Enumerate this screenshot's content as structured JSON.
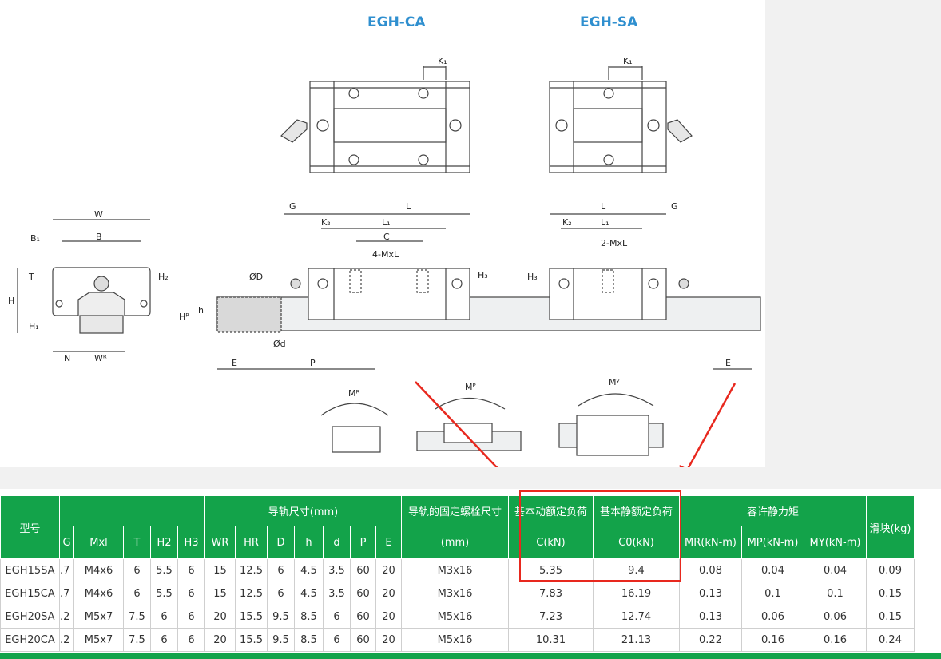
{
  "titles": {
    "ca": "EGH-CA",
    "sa": "EGH-SA"
  },
  "dimension_labels": {
    "W": "W",
    "B1": "B₁",
    "B": "B",
    "T": "T",
    "H2": "H₂",
    "H": "H",
    "H1": "H₁",
    "N": "N",
    "WR": "Wᴿ",
    "G": "G",
    "K1": "K₁",
    "K2": "K₂",
    "L": "L",
    "L1": "L₁",
    "C": "C",
    "four_mxl": "4-MxL",
    "two_mxl": "2-MxL",
    "H3": "H₃",
    "OD": "ØD",
    "Od": "Ød",
    "h": "h",
    "HR": "Hᴿ",
    "E": "E",
    "P": "P",
    "MR": "Mᴿ",
    "MP": "Mᴾ",
    "MY": "Mʸ"
  },
  "table": {
    "group_headers": {
      "model": "型号",
      "rail_dims": "导轨尺寸(mm)",
      "rail_bolt": "导轨的固定螺栓尺寸",
      "dyn_load": "基本动额定负荷",
      "static_load": "基本静额定负荷",
      "static_moment": "容许静力矩",
      "weight": "滑块(kg)"
    },
    "sub_headers": [
      "G",
      "Mxl",
      "T",
      "H2",
      "H3",
      "WR",
      "HR",
      "D",
      "h",
      "d",
      "P",
      "E",
      "(mm)",
      "C(kN)",
      "C0(kN)",
      "MR(kN-m)",
      "MP(kN-m)",
      "MY(kN-m)"
    ],
    "rows": [
      [
        "EGH15SA",
        ".7",
        "M4x6",
        "6",
        "5.5",
        "6",
        "15",
        "12.5",
        "6",
        "4.5",
        "3.5",
        "60",
        "20",
        "M3x16",
        "5.35",
        "9.4",
        "0.08",
        "0.04",
        "0.04",
        "0.09"
      ],
      [
        "EGH15CA",
        ".7",
        "M4x6",
        "6",
        "5.5",
        "6",
        "15",
        "12.5",
        "6",
        "4.5",
        "3.5",
        "60",
        "20",
        "M3x16",
        "7.83",
        "16.19",
        "0.13",
        "0.1",
        "0.1",
        "0.15"
      ],
      [
        "EGH20SA",
        ".2",
        "M5x7",
        "7.5",
        "6",
        "6",
        "20",
        "15.5",
        "9.5",
        "8.5",
        "6",
        "60",
        "20",
        "M5x16",
        "7.23",
        "12.74",
        "0.13",
        "0.06",
        "0.06",
        "0.15"
      ],
      [
        "EGH20CA",
        ".2",
        "M5x7",
        "7.5",
        "6",
        "6",
        "20",
        "15.5",
        "9.5",
        "8.5",
        "6",
        "60",
        "20",
        "M5x16",
        "10.31",
        "21.13",
        "0.22",
        "0.16",
        "0.16",
        "0.24"
      ]
    ]
  },
  "colors": {
    "header_green": "#13a34a",
    "title_blue": "#2f8fcf",
    "annotation_red": "#e8281e"
  }
}
